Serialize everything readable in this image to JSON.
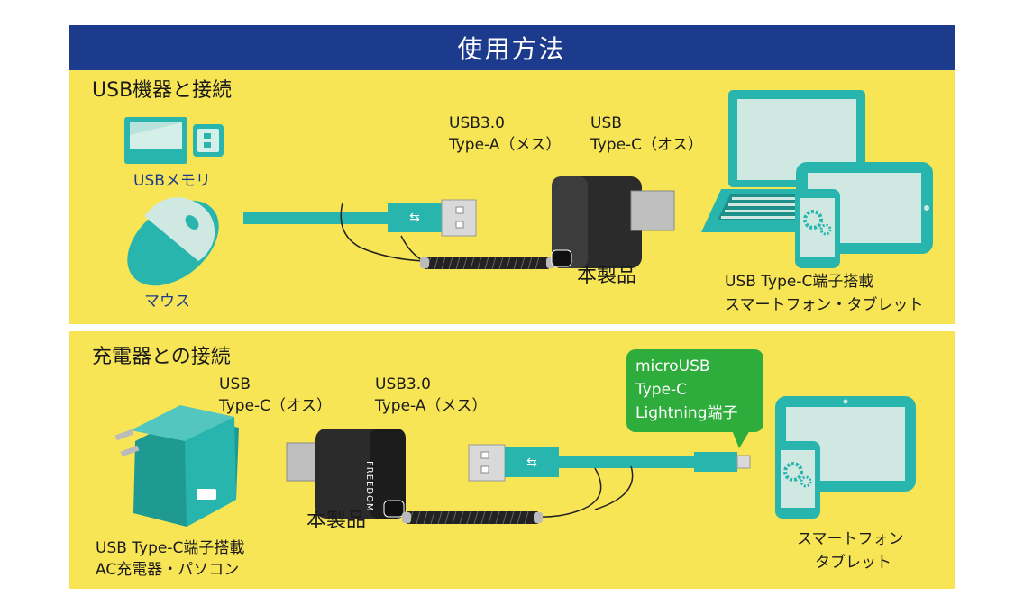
{
  "header": {
    "title": "使用方法"
  },
  "section1": {
    "title": "USB機器と接続",
    "usb_memory_label": "USBメモリ",
    "mouse_label": "マウス",
    "port_a_line1": "USB3.0",
    "port_a_line2": "Type-A（メス）",
    "port_c_line1": "USB",
    "port_c_line2": "Type-C（オス）",
    "product_label": "本製品",
    "device_line1": "USB  Type-C端子搭載",
    "device_line2": "スマートフォン・タブレット"
  },
  "section2": {
    "title": "充電器との接続",
    "port_c_line1": "USB",
    "port_c_line2": "Type-C（オス）",
    "port_a_line1": "USB3.0",
    "port_a_line2": "Type-A（メス）",
    "product_label": "本製品",
    "brand_mark": "FREEDOM",
    "bubble_line1": "microUSB",
    "bubble_line2": "Type-C",
    "bubble_line3": "Lightning端子",
    "charger_line1": "USB  Type-C端子搭載",
    "charger_line2": "AC充電器・パソコン",
    "phone_line1": "スマートフォン",
    "phone_line2": "タブレット"
  },
  "colors": {
    "header_bg": "#1d3b8c",
    "panel_bg": "#f7e555",
    "teal": "#28b5ae",
    "bubble": "#2eac3c"
  }
}
